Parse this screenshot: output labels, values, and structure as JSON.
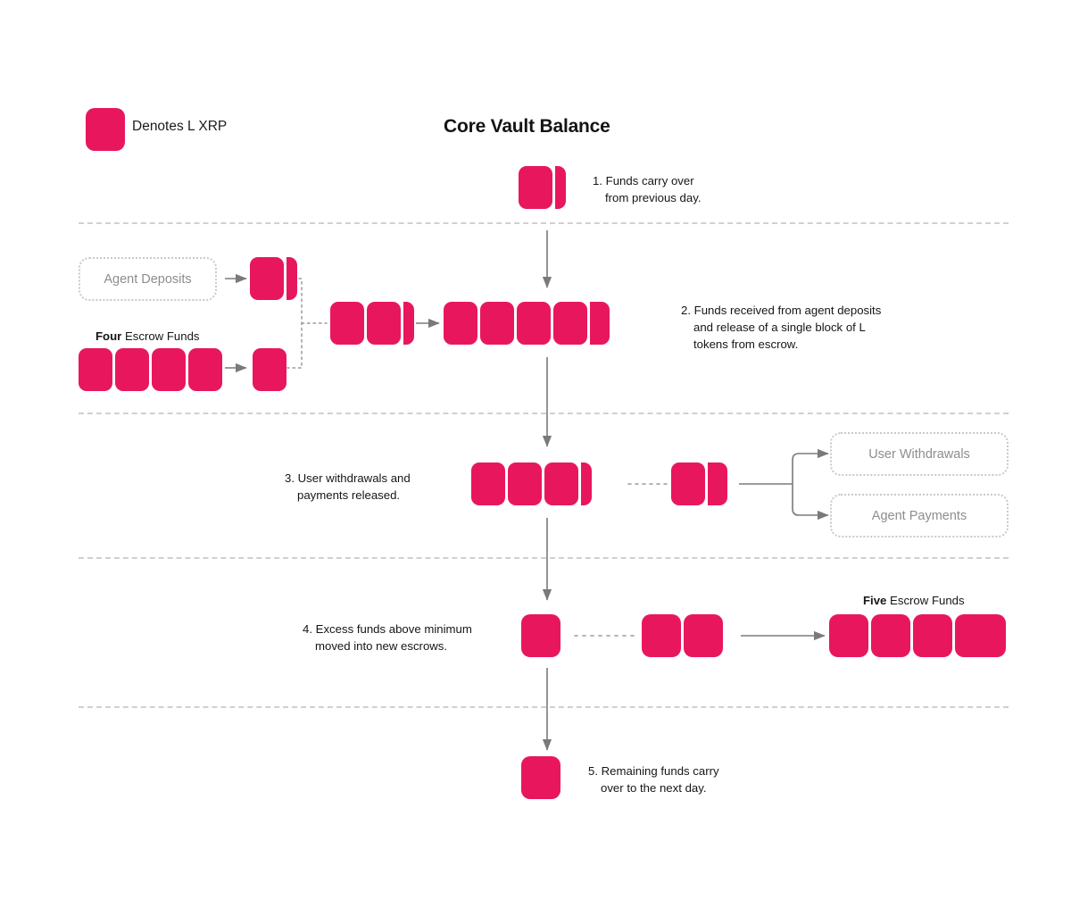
{
  "page": {
    "title": "Core Vault Balance",
    "accent_color": "#E8175D",
    "line_color": "#7a7a7a",
    "separator_color": "#d0d0d3",
    "muted_text_color": "#8d8d8d"
  },
  "legend": {
    "swatch_name": "l-xrp-swatch",
    "label": "Denotes L XRP"
  },
  "steps": [
    {
      "id": "step-1",
      "number": "1.",
      "text": "Funds carry over from previous day.",
      "line1": "1. Funds carry over",
      "line2": "from previous day.",
      "blocks": {
        "full": 1,
        "partial": "sliver"
      }
    },
    {
      "id": "step-2",
      "number": "2.",
      "text": "Funds received from agent deposits and release of a single block of L tokens from escrow.",
      "line1": "2. Funds received from agent deposits",
      "line2": "and release of a single block of L",
      "line3": "tokens from escrow.",
      "incoming_blocks": {
        "full": 2,
        "partial": "sliver"
      },
      "result_blocks": {
        "full": 4,
        "partial": "half"
      }
    },
    {
      "id": "step-3",
      "number": "3.",
      "text": "User withdrawals and payments released.",
      "line1": "3. User withdrawals and",
      "line2": "payments released.",
      "remaining_blocks": {
        "full": 3,
        "partial": "sliver"
      },
      "released_blocks": {
        "full": 1,
        "partial": "half"
      }
    },
    {
      "id": "step-4",
      "number": "4.",
      "text": "Excess funds above minimum moved into new escrows.",
      "line1": "4. Excess funds above minimum",
      "line2": "moved into new escrows.",
      "remaining_blocks": {
        "full": 1
      },
      "moved_blocks": {
        "full": 2
      }
    },
    {
      "id": "step-5",
      "number": "5.",
      "text": "Remaining funds carry over to the next day.",
      "line1": "5. Remaining funds carry",
      "line2": "over to the next day.",
      "blocks": {
        "full": 1
      }
    }
  ],
  "nodes": {
    "agent_deposits": "Agent Deposits",
    "user_withdrawals": "User Withdrawals",
    "agent_payments": "Agent Payments"
  },
  "groups": {
    "four_escrow": {
      "emphasis": "Four",
      "rest": " Escrow Funds",
      "count": 4
    },
    "five_escrow": {
      "emphasis": "Five",
      "rest": " Escrow Funds",
      "count": 5
    }
  }
}
